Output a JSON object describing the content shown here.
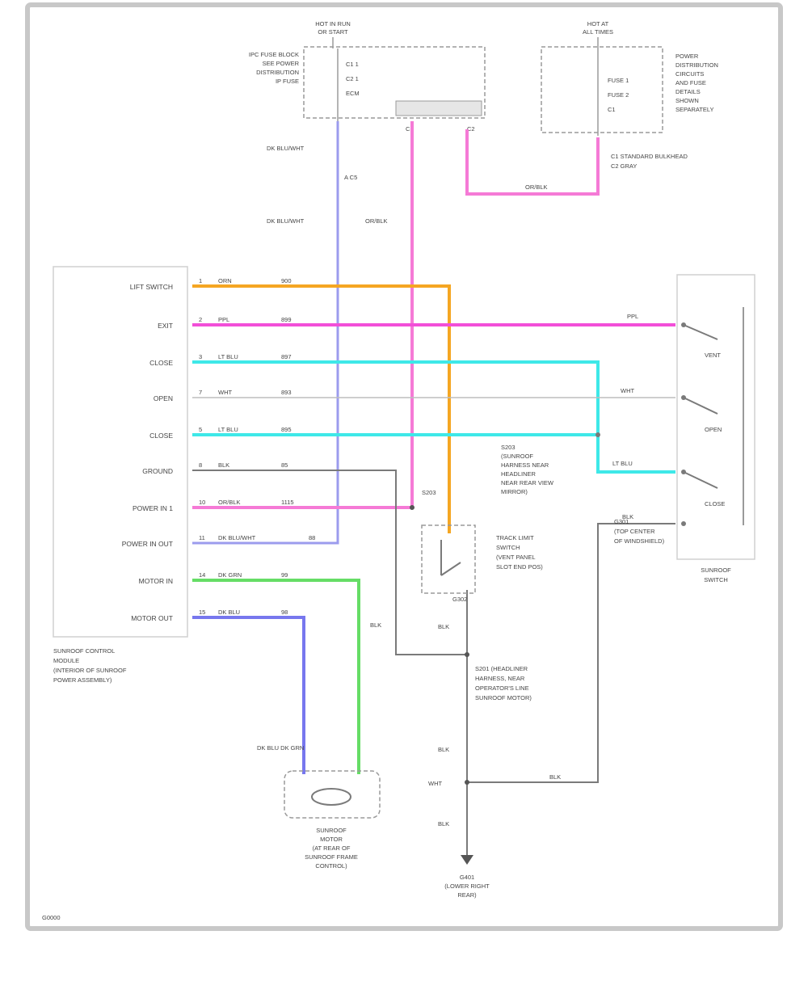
{
  "colors": {
    "frame": "#c8c8c8",
    "box": "#9a9a9a",
    "wire_gray": "#7a7a7a",
    "orange": "#f5a623",
    "magenta": "#f24fd8",
    "cyan": "#3ee8e8",
    "pink": "#f57ad6",
    "green": "#66dd66",
    "blue": "#7777ee",
    "light_blue": "#9c9cee"
  },
  "note_code": "G0000",
  "top_left_box": {
    "header": [
      "HOT IN RUN",
      "OR START"
    ],
    "fuse_label": [
      "IPC FUSE BLOCK",
      "SEE POWER",
      "DISTRIBUTION",
      "IP FUSE"
    ],
    "pins": [
      "C1 1",
      "C2 1",
      "ECM"
    ]
  },
  "top_right_box": {
    "header": [
      "HOT AT",
      "ALL TIMES"
    ],
    "fuse_label": [
      "POWER",
      "DISTRIBUTION",
      "CIRCUITS",
      "AND FUSE",
      "DETAILS",
      "SHOWN",
      "SEPARATELY"
    ],
    "pins": [
      "FUSE 1",
      "FUSE 2",
      "C1"
    ],
    "legend": [
      "C1 STANDARD BULKHEAD",
      "C2 GRAY"
    ]
  },
  "fuse_pins_under": [
    "C1",
    "C2"
  ],
  "wire_labels": {
    "dk_blu_wht_top": "DK BLU/WHT",
    "c2_a": "A C5",
    "dk_blu_wht_mid": "DK BLU/WHT",
    "or_blk_mid": "OR/BLK",
    "or_blk_right": "OR/BLK"
  },
  "left_module": {
    "pins": [
      "LIFT SWITCH",
      "EXIT",
      "CLOSE",
      "OPEN",
      "CLOSE",
      "GROUND",
      "POWER IN 1",
      "POWER IN OUT",
      "MOTOR IN",
      "MOTOR OUT"
    ],
    "pin_nums": [
      "1",
      "2",
      "3",
      "7",
      "5",
      "8",
      "10",
      "11",
      "14",
      "15"
    ],
    "wire_colors": [
      "ORN",
      "PPL",
      "LT BLU",
      "WHT",
      "LT BLU",
      "BLK",
      "OR/BLK",
      "DK BLU/WHT",
      "DK GRN",
      "DK BLU"
    ],
    "circuit_nums": [
      "900",
      "899",
      "897",
      "893",
      "895",
      "85",
      "1115",
      "88",
      "99",
      "98"
    ],
    "caption": [
      "SUNROOF CONTROL",
      "MODULE",
      "(INTERIOR OF SUNROOF",
      "POWER ASSEMBLY)"
    ]
  },
  "right_switch": {
    "wires": [
      "PPL",
      "WHT",
      "LT BLU",
      "BLK"
    ],
    "positions": [
      "VENT",
      "OPEN",
      "CLOSE"
    ],
    "caption": [
      "SUNROOF",
      "SWITCH"
    ]
  },
  "splice_right": [
    "S203",
    "(SUNROOF",
    "HARNESS NEAR",
    "HEADLINER",
    "NEAR REAR VIEW",
    "MIRROR)"
  ],
  "ground_note": [
    "G301",
    "(TOP CENTER",
    "OF WINDSHIELD)"
  ],
  "limit_switch": [
    "TRACK LIMIT",
    "SWITCH",
    "(VENT PANEL",
    "SLOT END POS)"
  ],
  "splice_bottom": [
    "S201 (HEADLINER",
    "HARNESS, NEAR",
    "OPERATOR'S LINE",
    "SUNROOF MOTOR)"
  ],
  "motor_wires": "DK BLU   DK GRN",
  "motor_caption": [
    "SUNROOF",
    "MOTOR",
    "(AT REAR OF",
    "SUNROOF FRAME",
    "CONTROL)"
  ],
  "bottom_ground": [
    "G401",
    "(LOWER RIGHT",
    "REAR)"
  ],
  "small_labels": {
    "blk_a": "BLK",
    "blk_b": "BLK",
    "blk_c": "BLK",
    "blk_d": "BLK",
    "blk_e": "BLK",
    "s203": "S203",
    "wht_lbl": "WHT",
    "gnd_ref": "G302"
  }
}
